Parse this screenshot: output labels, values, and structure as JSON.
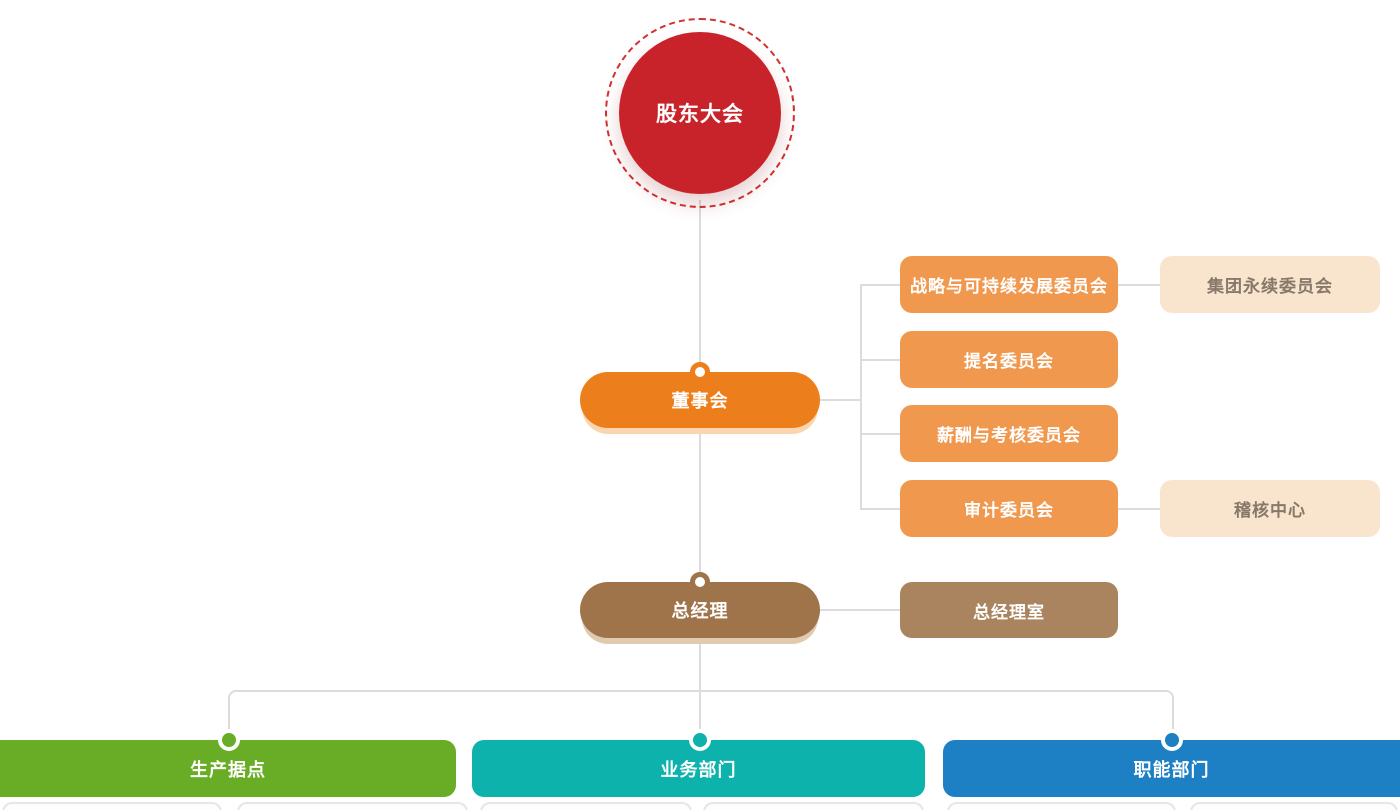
{
  "org_chart": {
    "type": "organization-chart",
    "root": {
      "label": "股东大会",
      "color": "#c8232a"
    },
    "board": {
      "label": "董事会",
      "color": "#ec7e1b"
    },
    "board_committees": [
      {
        "label": "战略与可持续发展委员会"
      },
      {
        "label": "提名委员会"
      },
      {
        "label": "薪酬与考核委员会"
      },
      {
        "label": "审计委员会"
      }
    ],
    "committee_color": "#f0994e",
    "sub_units": [
      {
        "label": "集团永续委员会",
        "parent": "战略与可持续发展委员会"
      },
      {
        "label": "稽核中心",
        "parent": "审计委员会"
      }
    ],
    "sub_unit_color": "#f9e5cd",
    "sub_unit_text_color": "#87786a",
    "general_manager": {
      "label": "总经理",
      "color": "#a0744b"
    },
    "gm_office": {
      "label": "总经理室",
      "color": "#a9845e"
    },
    "departments": [
      {
        "label": "生产据点",
        "color": "#69ad26"
      },
      {
        "label": "业务部门",
        "color": "#0cb2ab"
      },
      {
        "label": "职能部门",
        "color": "#1e80c4"
      }
    ],
    "line_color": "#dcdcdc"
  }
}
